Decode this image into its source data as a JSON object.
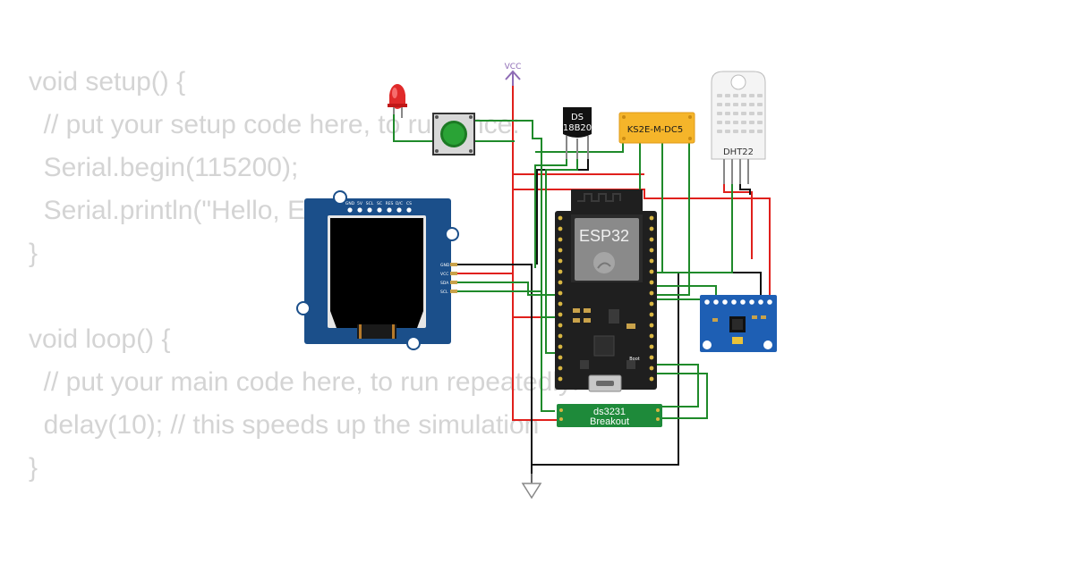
{
  "code_lines": [
    "void setup() {",
    "  // put your setup code here, to run once:",
    "  Serial.begin(115200);",
    "  Serial.println(\"Hello, ESP32!\");",
    "}",
    "",
    "void loop() {",
    "  // put your main code here, to run repeatedly:",
    "  delay(10); // this speeds up the simulation",
    "}"
  ],
  "components": {
    "vcc_label": "VCC",
    "ds18b20_line1": "DS",
    "ds18b20_line2": "18B20",
    "relay_label": "KS2E-M-DC5",
    "dht_label": "DHT22",
    "esp32_label": "ESP32",
    "boot_label": "Boot",
    "rtc_line1": "ds3231",
    "rtc_line2": "Breakout",
    "oled_top_pins": [
      "GND",
      "5V",
      "SCL",
      "SC",
      "RES",
      "D/C",
      "CS"
    ],
    "oled_side_pins": [
      "GND",
      "VCC",
      "SDA",
      "SCL"
    ]
  },
  "colors": {
    "wire_green": "#1f8a2a",
    "wire_red": "#e0201c",
    "wire_black": "#111111",
    "esp32_board": "#1f1f1f",
    "oled_board": "#1b4f8a",
    "mpu_board": "#1e5fb4",
    "relay_body": "#f5b52a",
    "rtc_board": "#1e8a3a"
  }
}
